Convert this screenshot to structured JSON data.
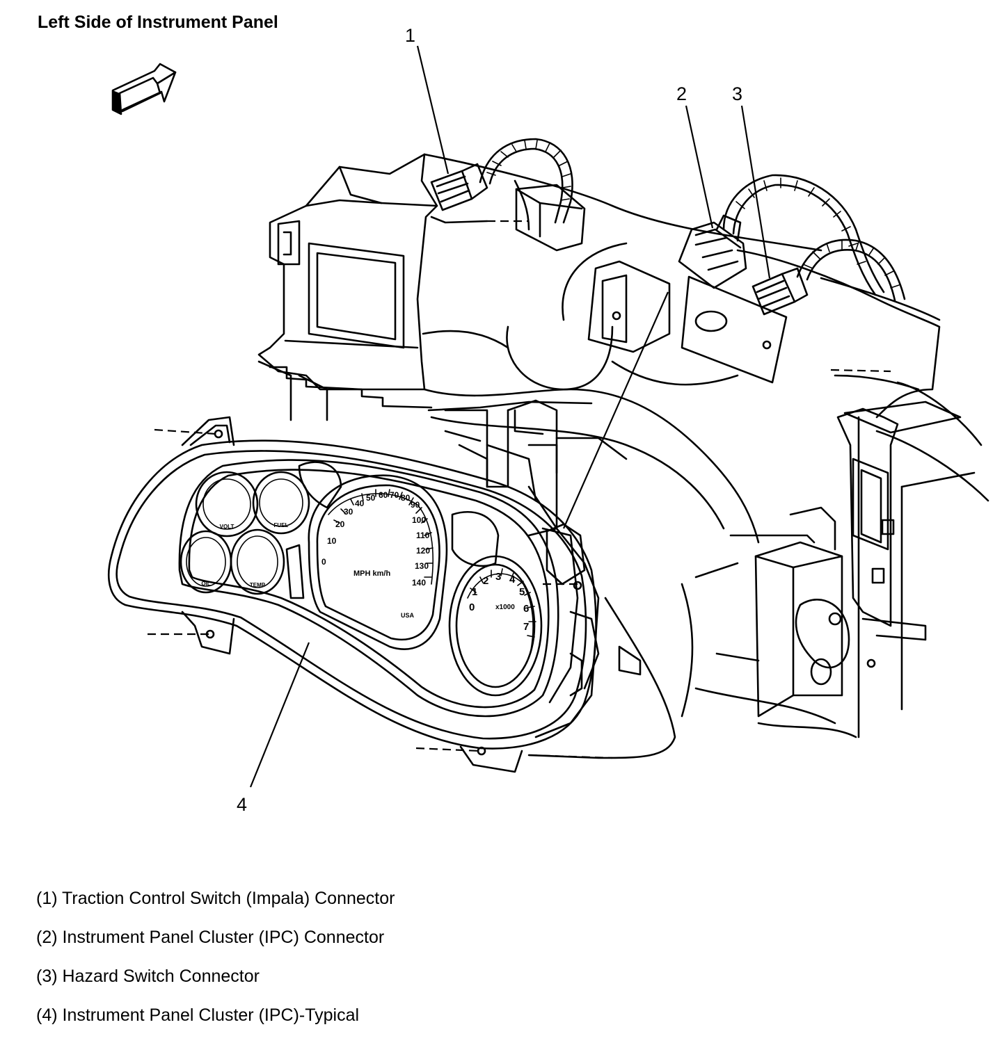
{
  "title": "Left Side of Instrument Panel",
  "callouts": [
    "1",
    "2",
    "3",
    "4"
  ],
  "legend": [
    "(1) Traction Control Switch (Impala) Connector",
    "(2) Instrument Panel Cluster (IPC) Connector",
    "(3) Hazard Switch Connector",
    "(4) Instrument Panel Cluster (IPC)-Typical"
  ],
  "icons": [
    "forward-direction-arrow-icon"
  ]
}
